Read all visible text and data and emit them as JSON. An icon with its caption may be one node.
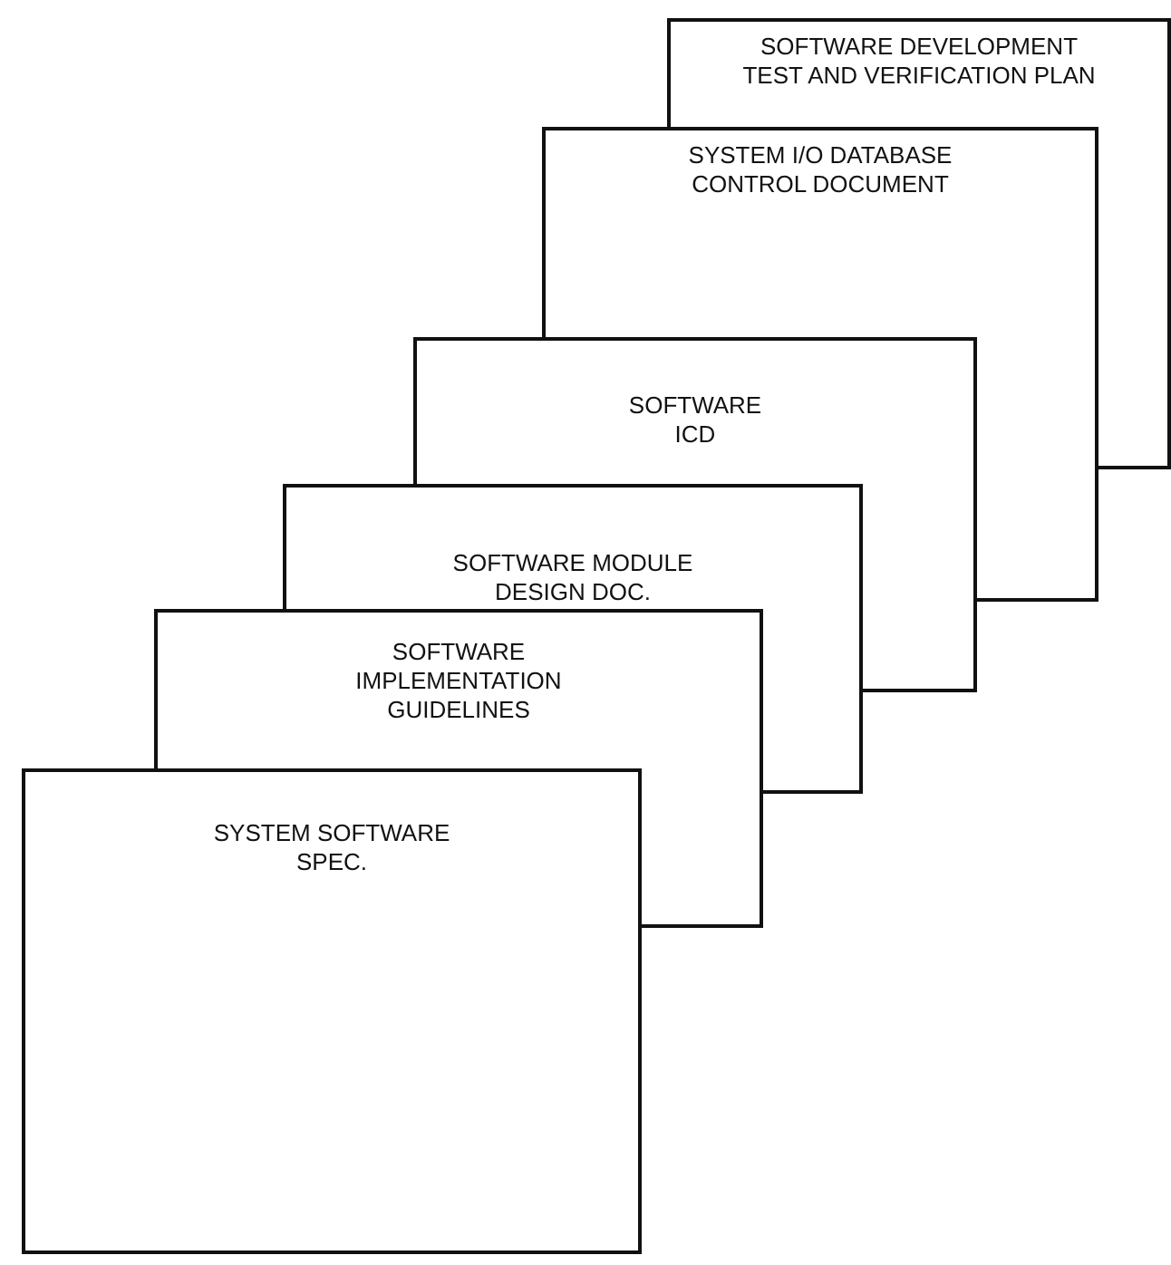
{
  "diagram": {
    "nodes": [
      {
        "text": [
          "SOFTWARE DEVELOPMENT TEST AND VERIFICATION PLAN"
        ]
      },
      {
        "text": [
          "SYSTEM I/O DATABASE CONTROL DOCUMENT"
        ]
      },
      {
        "text": [
          "SOFTWARE ICD"
        ]
      },
      {
        "text": [
          "SOFTWARE MODULE DESIGN DOC."
        ]
      },
      {
        "text": [
          "SOFTWARE IMPLEMENTATION GUIDELINES"
        ]
      },
      {
        "text": [
          "SYSTEM SOFTWARE SPEC."
        ]
      }
    ]
  }
}
